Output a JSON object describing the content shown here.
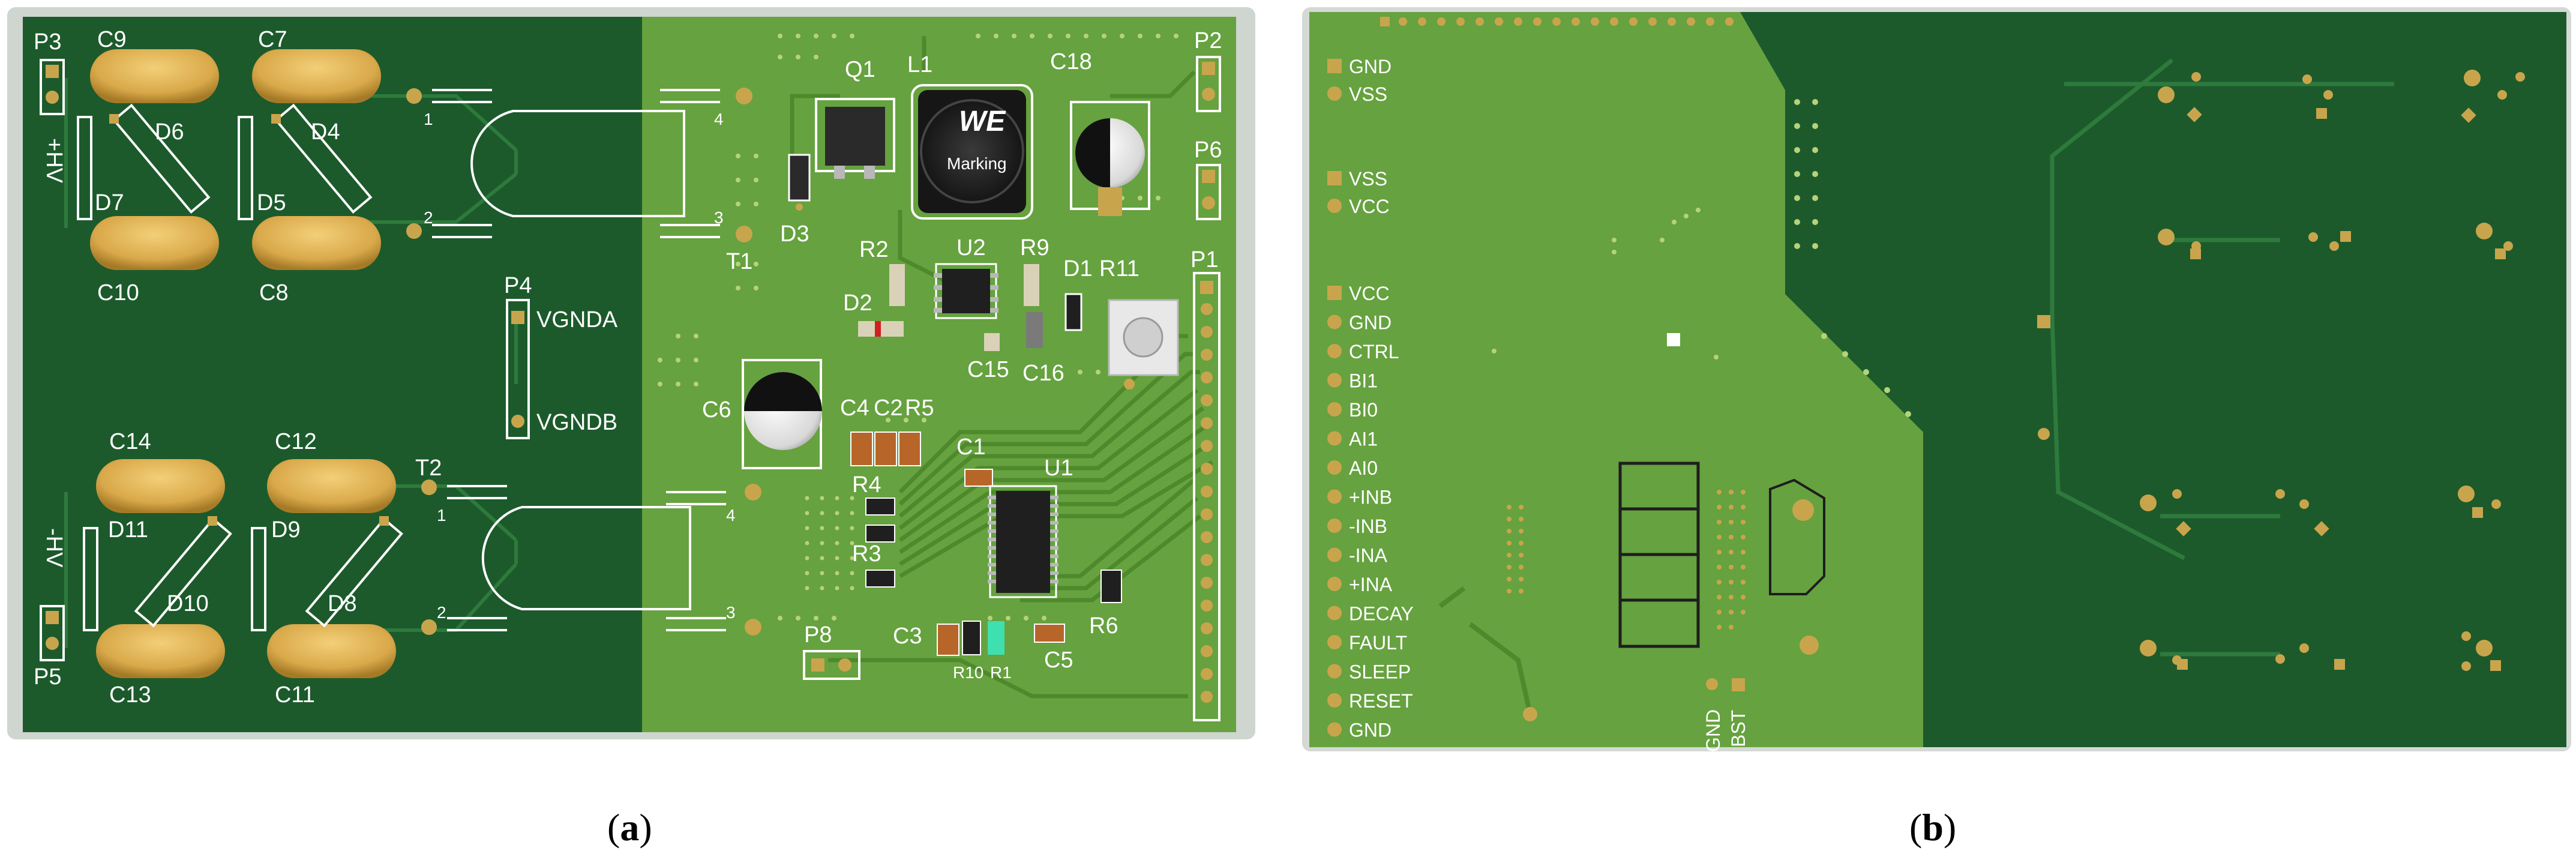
{
  "colors": {
    "board_dark": "#1c5a2c",
    "board_light": "#66a23f",
    "gold": "#c8a54c",
    "capacitor": "#d9a94a",
    "silk": "#ffffff",
    "chip": "#1f1f1f"
  },
  "captions": {
    "a": "a",
    "b": "b"
  },
  "board_a": {
    "labels": {
      "p3": "P3",
      "c9": "C9",
      "c7": "C7",
      "hv_plus": "+HV",
      "d6": "D6",
      "d4": "D4",
      "d7": "D7",
      "d5": "D5",
      "c10": "C10",
      "c8": "C8",
      "p4": "P4",
      "vgnda": "VGNDA",
      "vgndb": "VGNDB",
      "c14": "C14",
      "c12": "C12",
      "t2": "T2",
      "hv_minus": "-HV",
      "d11": "D11",
      "d9": "D9",
      "d10": "D10",
      "d8": "D8",
      "p5": "P5",
      "c13": "C13",
      "c11": "C11",
      "q1": "Q1",
      "l1": "L1",
      "c18": "C18",
      "p2": "P2",
      "p6": "P6",
      "t1": "T1",
      "d3": "D3",
      "r2": "R2",
      "u2": "U2",
      "r9": "R9",
      "d1": "D1",
      "r11": "R11",
      "p1": "P1",
      "d2": "D2",
      "c15": "C15",
      "c16": "C16",
      "c6": "C6",
      "c4": "C4",
      "c2": "C2",
      "r5": "R5",
      "c1": "C1",
      "u1": "U1",
      "r4": "R4",
      "r3": "R3",
      "p8": "P8",
      "c3": "C3",
      "r10": "R10",
      "r1": "R1",
      "c5": "C5",
      "r6": "R6",
      "marking": "Marking",
      "n1a": "1",
      "n2a": "2",
      "n3a": "3",
      "n4a": "4",
      "n1b": "1",
      "n2b": "2",
      "n3b": "3",
      "n4b": "4"
    }
  },
  "board_b": {
    "pins_top": [
      {
        "label": "GND"
      },
      {
        "label": "VSS"
      }
    ],
    "pins_mid": [
      {
        "label": "VSS"
      },
      {
        "label": "VCC"
      }
    ],
    "pins_main": [
      {
        "label": "VCC"
      },
      {
        "label": "GND"
      },
      {
        "label": "CTRL"
      },
      {
        "label": "BI1"
      },
      {
        "label": "BI0"
      },
      {
        "label": "AI1"
      },
      {
        "label": "AI0"
      },
      {
        "label": "+INB"
      },
      {
        "label": "-INB"
      },
      {
        "label": "-INA"
      },
      {
        "label": "+INA"
      },
      {
        "label": "DECAY"
      },
      {
        "label": "FAULT"
      },
      {
        "label": "SLEEP"
      },
      {
        "label": "RESET"
      },
      {
        "label": "GND"
      }
    ],
    "bottom_labels": {
      "gnd": "GND",
      "bst": "BST"
    }
  }
}
